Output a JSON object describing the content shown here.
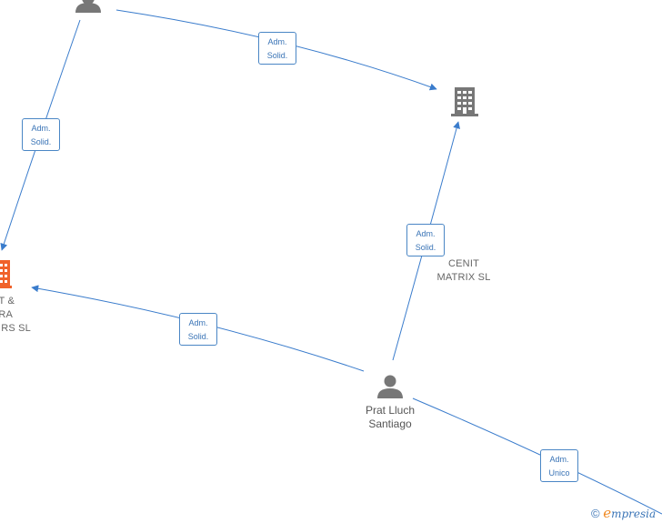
{
  "nodes": {
    "cenit_matrix": {
      "line1": "CENIT",
      "line2": "MATRIX  SL"
    },
    "partial_company": {
      "line1": "T &",
      "line2": "RA",
      "line3": "RS  SL"
    },
    "prat_lluch": {
      "line1": "Prat Lluch",
      "line2": "Santiago"
    }
  },
  "edges": {
    "top_right": {
      "line1": "Adm.",
      "line2": "Solid."
    },
    "top_left": {
      "line1": "Adm.",
      "line2": "Solid."
    },
    "center_up": {
      "line1": "Adm.",
      "line2": "Solid."
    },
    "center_left": {
      "line1": "Adm.",
      "line2": "Solid."
    },
    "bottom_right": {
      "line1": "Adm.",
      "line2": "Unico"
    }
  },
  "colors": {
    "edge": "#3a7ccc",
    "icon_gray": "#777777",
    "icon_orange": "#f0622a"
  },
  "watermark": {
    "copyright": "©",
    "brand_first": "e",
    "brand_rest": "mpresia"
  }
}
